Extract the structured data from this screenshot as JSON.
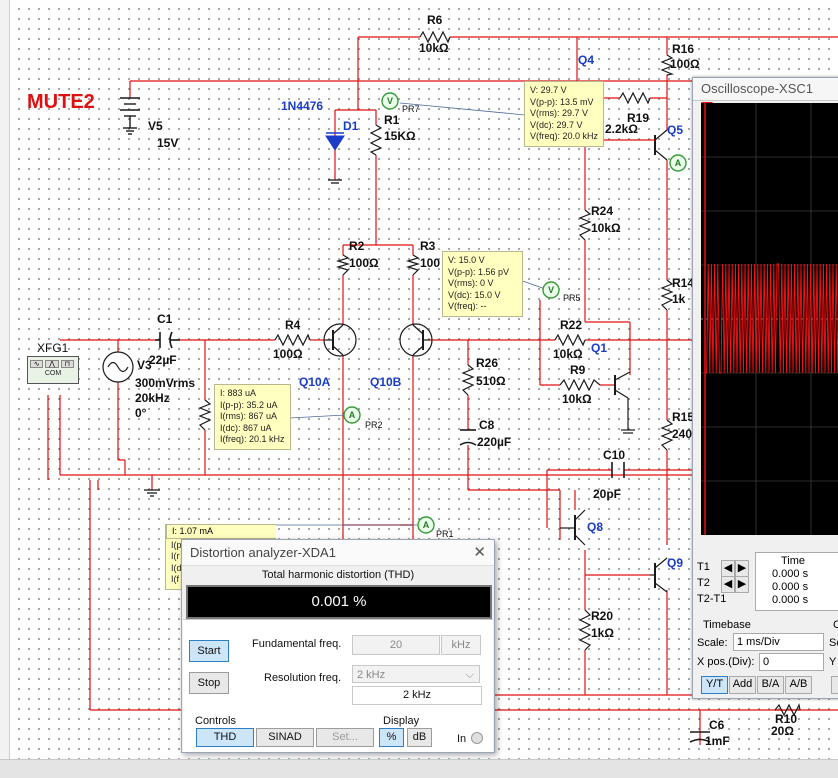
{
  "schematic": {
    "mute_label": "MUTE2",
    "labels": {
      "R6": "R6",
      "R6_val": "10kΩ",
      "Q4": "Q4",
      "R16": "R16",
      "R16_val": "100Ω",
      "V5": "V5",
      "V5_val": "15V",
      "D1_part": "1N4476",
      "D1": "D1",
      "PR7": "PR7",
      "R1": "R1",
      "R1_val": "15KΩ",
      "R19": "R19",
      "R19_val": "2.2kΩ",
      "Q5": "Q5",
      "R24": "R24",
      "R24_val": "10kΩ",
      "R2": "R2",
      "R2_val": "100Ω",
      "R3": "R3",
      "R3_val": "100",
      "PR5": "PR5",
      "R14": "R14",
      "R14_val": "1k",
      "C1": "C1",
      "C1_val": "22µF",
      "R4": "R4",
      "R4_val": "100Ω",
      "R22": "R22",
      "R22_val": "10kΩ",
      "Q1": "Q1",
      "XFG1": "XFG1",
      "V3": "V3",
      "V3_val1": "300mVrms",
      "V3_val2": "20kHz",
      "V3_val3": "0°",
      "Q10A": "Q10A",
      "Q10B": "Q10B",
      "R26": "R26",
      "R26_val": "510Ω",
      "R9": "R9",
      "R9_val": "10kΩ",
      "PR2": "PR2",
      "C8": "C8",
      "C8_val": "220µF",
      "R15": "R15",
      "R15_val": "240",
      "C10": "C10",
      "C10_val": "20pF",
      "PR1": "PR1",
      "Q8": "Q8",
      "Q9": "Q9",
      "R20": "R20",
      "R20_val": "1kΩ",
      "C6": "C6",
      "C6_val": "1mF",
      "R10": "R10",
      "R10_val": "20Ω",
      "xfg_com": "COM"
    },
    "probes": {
      "pr7": [
        "V: 29.7 V",
        "V(p-p): 13.5 mV",
        "V(rms): 29.7 V",
        "V(dc): 29.7 V",
        "V(freq): 20.0 kHz"
      ],
      "pr5": [
        "V: 15.0 V",
        "V(p-p): 1.56 pV",
        "V(rms): 0 V",
        "V(dc): 15.0 V",
        "V(freq): --"
      ],
      "pr2": [
        "I: 883 uA",
        "I(p-p): 35.2 uA",
        "I(rms): 867 uA",
        "I(dc): 867 uA",
        "I(freq): 20.1 kHz"
      ],
      "pr1": [
        "I: 1.07 mA",
        "I(p",
        "I(r",
        "I(d",
        "I(f"
      ]
    }
  },
  "oscilloscope": {
    "title": "Oscilloscope-XSC1",
    "t1": "T1",
    "t2": "T2",
    "t2t1": "T2-T1",
    "time_header": "Time",
    "time_t1": "0.000 s",
    "time_t2": "0.000 s",
    "time_t2t1": "0.000 s",
    "timebase_label": "Timebase",
    "scale_label": "Scale:",
    "scale_value": "1 ms/Div",
    "xpos_label": "X pos.(Div):",
    "xpos_value": "0",
    "btn_yt": "Y/T",
    "btn_add": "Add",
    "btn_ba": "B/A",
    "btn_ab": "A/B",
    "cut_c": "C",
    "cut_sc": "Sc",
    "cut_y": "Y"
  },
  "distortion_analyzer": {
    "title": "Distortion analyzer-XDA1",
    "thd_label": "Total harmonic distortion (THD)",
    "readout": "0.001 %",
    "start": "Start",
    "stop": "Stop",
    "fund_label": "Fundamental freq.",
    "fund_value": "20",
    "fund_unit": "kHz",
    "res_label": "Resolution freq.",
    "res_select": "2 kHz",
    "res_value": "2 kHz",
    "controls_label": "Controls",
    "btn_thd": "THD",
    "btn_sinad": "SINAD",
    "btn_set": "Set...",
    "display_label": "Display",
    "btn_pct": "%",
    "btn_db": "dB",
    "in_label": "In"
  },
  "colors": {
    "wire": "#e01010",
    "component": "#1a1a1a",
    "label_blue": "#1a3cc8",
    "probe_bg": "#ffffc0",
    "trace": "#ff1010"
  }
}
